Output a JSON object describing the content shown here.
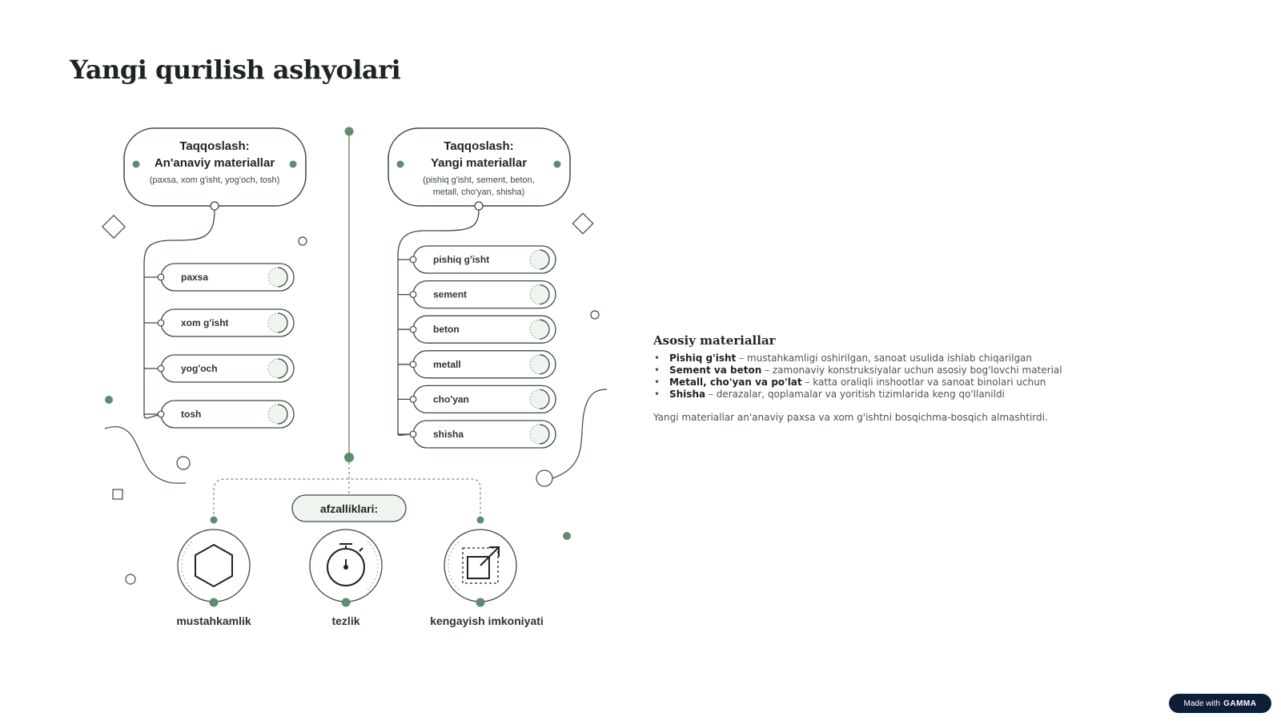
{
  "page": {
    "title": "Yangi qurilish ashyolari"
  },
  "diagram": {
    "traditional": {
      "heading1": "Taqqoslash:",
      "heading2": "An'anaviy materiallar",
      "subtitle": "(paxsa, xom g'isht, yog'och, tosh)",
      "items": [
        "paxsa",
        "xom g'isht",
        "yog'och",
        "tosh"
      ]
    },
    "modern": {
      "heading1": "Taqqoslash:",
      "heading2": "Yangi materiallar",
      "subtitle1": "(pishiq g'isht, sement, beton,",
      "subtitle2": "metall, cho'yan, shisha)",
      "items": [
        "pishiq g'isht",
        "sement",
        "beton",
        "metall",
        "cho'yan",
        "shisha"
      ]
    },
    "advantages": {
      "label": "afzalliklari:",
      "items": [
        "mustahkamlik",
        "tezlik",
        "kengayish imkoniyati"
      ],
      "icons": [
        "hexagon-icon",
        "stopwatch-icon",
        "expand-icon"
      ]
    }
  },
  "side": {
    "heading": "Asosiy materiallar",
    "bullets": [
      {
        "term": "Pishiq g'isht",
        "desc": " – mustahkamligi oshirilgan, sanoat usulida ishlab chiqarilgan"
      },
      {
        "term": "Sement va beton",
        "desc": " – zamonaviy konstruksiyalar uchun asosiy bog'lovchi material"
      },
      {
        "term": "Metall, cho'yan va po'lat",
        "desc": " – katta oraliqli inshootlar va sanoat binolari uchun"
      },
      {
        "term": "Shisha",
        "desc": " – derazalar, qoplamalar va yoritish tizimlarida keng qo'llanildi"
      }
    ],
    "note": "Yangi materiallar an'anaviy paxsa va xom g'ishtni bosqichma-bosqich almashtirdi."
  },
  "badge": {
    "prefix": "Made with",
    "brand": "GAMMA"
  },
  "colors": {
    "accent": "#5f8b6e",
    "stroke": "#3b4a40",
    "pale": "#eef5ef",
    "badge": "#0e1e3a"
  }
}
